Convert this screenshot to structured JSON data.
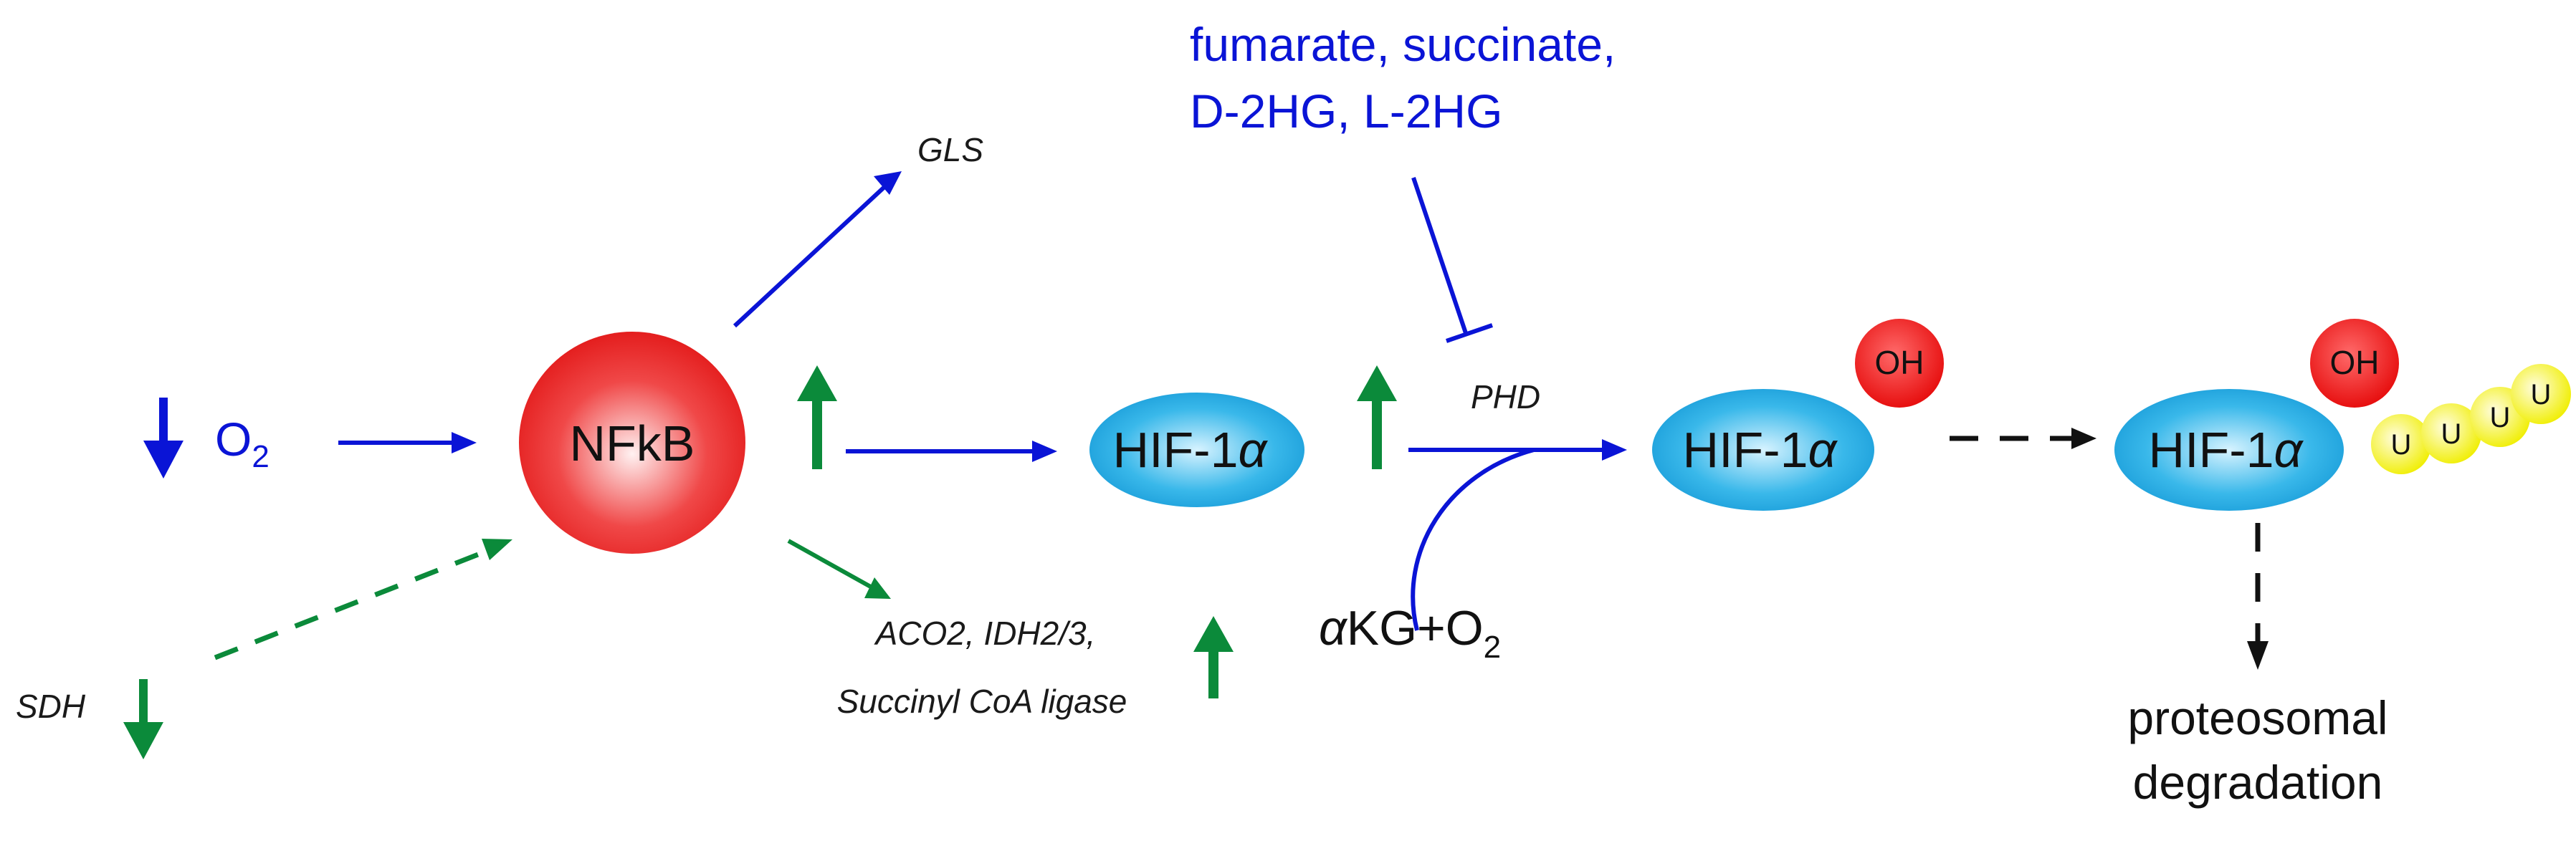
{
  "colors": {
    "blue": "#0a14d6",
    "green": "#0b8a3a",
    "black": "#111111",
    "red": "#e51010",
    "yellow": "#f3f300",
    "cyan": "#19a9e3"
  },
  "labels": {
    "o2_prefix": "O",
    "o2_sub": "2",
    "sdh": "SDH",
    "nfkb": "NFkB",
    "gls": "GLS",
    "aco2_line1": "ACO2, IDH2/3,",
    "aco2_line2": "Succinyl CoA ligase",
    "inhibitors_line1": "fumarate, succinate,",
    "inhibitors_line2": "D-2HG, L-2HG",
    "phd": "PHD",
    "hif1": "HIF-1",
    "alpha": "α",
    "akg_prefix": "α",
    "akg_mid": "KG+O",
    "akg_sub": "2",
    "oh": "OH",
    "ub": "U",
    "degradation_line1": "proteosomal",
    "degradation_line2": "degradation"
  }
}
